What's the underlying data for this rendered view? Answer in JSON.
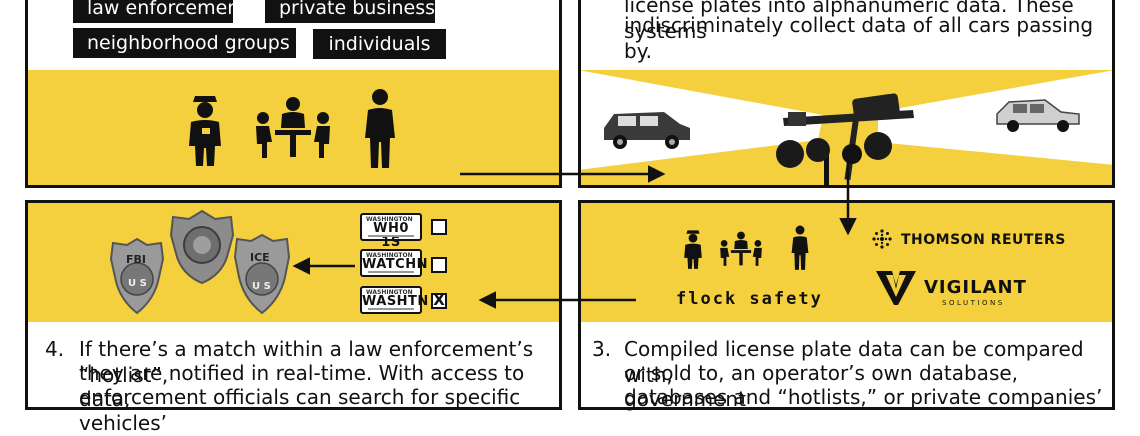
{
  "tags": {
    "law_enforcement": "law enforcement",
    "private_businesses": "private businesses",
    "neighborhood_groups": "neighborhood groups",
    "individuals": "individuals"
  },
  "step2_text": {
    "line1": "license plates into alphanumeric data. These systems",
    "line2": "indiscriminately collect data of all cars passing by."
  },
  "plates": [
    {
      "state": "WASHINGTON",
      "number": "WH0 1S",
      "checked": false
    },
    {
      "state": "WASHINGTON",
      "number": "WATCHN",
      "checked": false
    },
    {
      "state": "WASHINGTON",
      "number": "WASHTN",
      "checked": true
    }
  ],
  "checkbox_mark": "X",
  "badges": {
    "fbi_top": "FBI",
    "fbi_mid": "U S",
    "ice_top": "ICE",
    "ice_mid": "U S"
  },
  "logos": {
    "thomson_reuters": "THOMSON REUTERS",
    "flock_safety": "flock safety",
    "vigilant": "VIGILANT",
    "vigilant_sub": "SOLUTIONS"
  },
  "step4": {
    "number": "4.",
    "line1": "If there’s a match within a law enforcement’s “hotlist”,",
    "line2": "they are notified in real-time. With access to data,",
    "line3": "enforcement officials can search for specific vehicles’"
  },
  "step3": {
    "number": "3.",
    "line1": "Compiled license plate data can be compared with,",
    "line2": "or sold to, an operator’s own database, government",
    "line3": "databases and “hotlists,” or private companies’"
  },
  "colors": {
    "yellow": "#f4d03f",
    "black": "#111111",
    "white": "#ffffff"
  },
  "icons": [
    "police-officer-icon",
    "meeting-group-icon",
    "person-icon",
    "camera-icon",
    "car-icon",
    "badge-icon",
    "arrow-icon",
    "globe-icon"
  ]
}
